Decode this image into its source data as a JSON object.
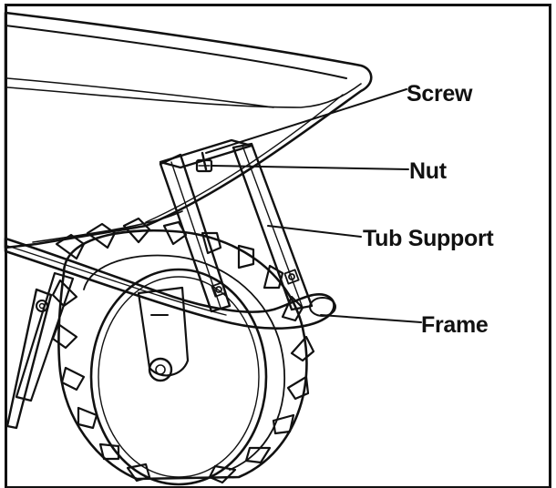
{
  "diagram": {
    "labels": {
      "screw": "Screw",
      "nut": "Nut",
      "tub_support": "Tub Support",
      "frame": "Frame"
    },
    "colors": {
      "line": "#111111",
      "background": "#ffffff"
    }
  }
}
